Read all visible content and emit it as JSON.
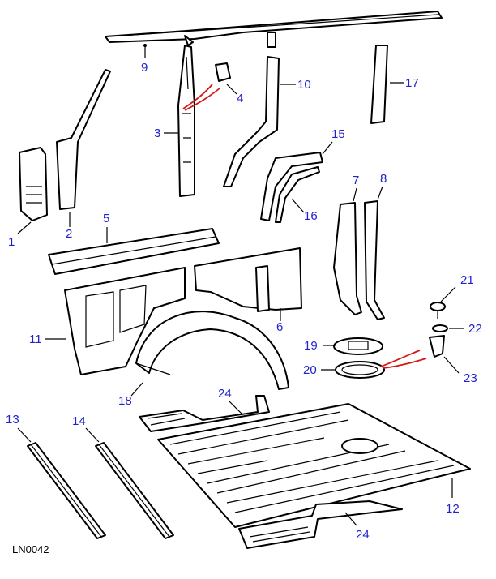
{
  "diagram": {
    "reference_code": "LN0042",
    "callout_color": "#2222cc",
    "highlight_color": "#d11a1a",
    "callouts": [
      {
        "id": "1",
        "label": "1"
      },
      {
        "id": "2",
        "label": "2"
      },
      {
        "id": "3",
        "label": "3"
      },
      {
        "id": "4",
        "label": "4"
      },
      {
        "id": "5",
        "label": "5"
      },
      {
        "id": "6",
        "label": "6"
      },
      {
        "id": "7",
        "label": "7"
      },
      {
        "id": "8",
        "label": "8"
      },
      {
        "id": "9",
        "label": "9"
      },
      {
        "id": "10",
        "label": "10"
      },
      {
        "id": "11",
        "label": "11"
      },
      {
        "id": "12",
        "label": "12"
      },
      {
        "id": "13",
        "label": "13"
      },
      {
        "id": "14",
        "label": "14"
      },
      {
        "id": "15",
        "label": "15"
      },
      {
        "id": "16",
        "label": "16"
      },
      {
        "id": "17",
        "label": "17"
      },
      {
        "id": "18",
        "label": "18"
      },
      {
        "id": "19",
        "label": "19"
      },
      {
        "id": "20",
        "label": "20"
      },
      {
        "id": "21",
        "label": "21"
      },
      {
        "id": "22",
        "label": "22"
      },
      {
        "id": "23",
        "label": "23"
      },
      {
        "id": "24a",
        "label": "24"
      },
      {
        "id": "24b",
        "label": "24"
      }
    ]
  }
}
